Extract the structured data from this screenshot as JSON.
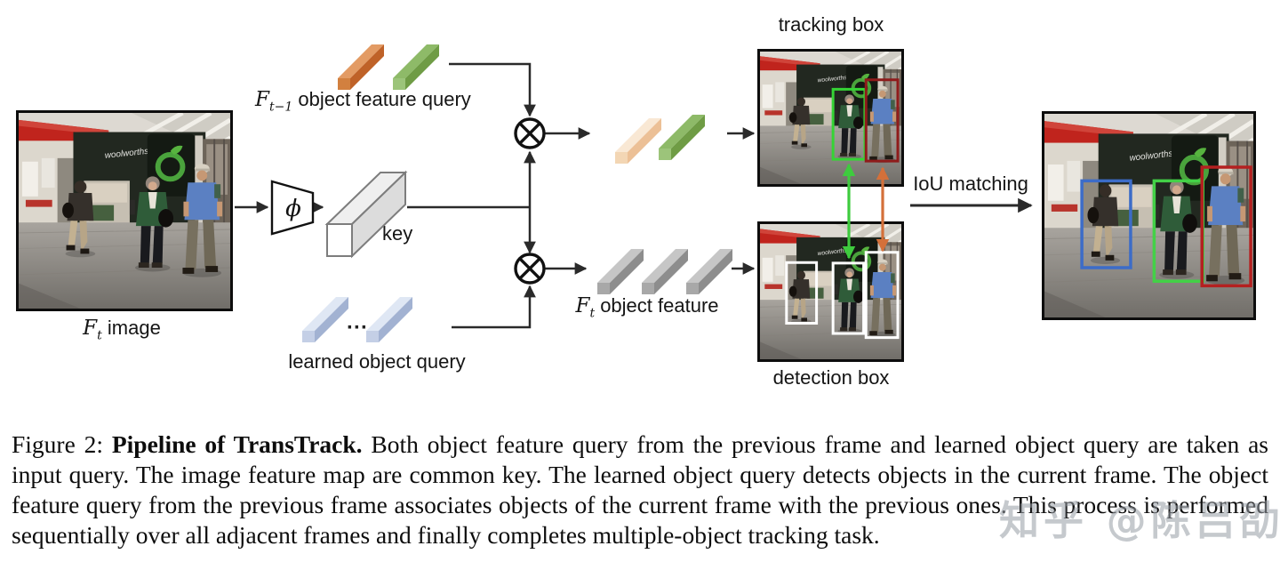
{
  "figure": {
    "tracking_label": "tracking box",
    "detection_label": "detection box",
    "iou_label": "IoU matching",
    "key_label": "key",
    "phi": "ϕ",
    "dots": "···",
    "learned_query_label": "learned object query",
    "prev_query": {
      "f": "F",
      "sub": "t−1",
      "rest": " object feature query"
    },
    "ft_feature": {
      "f": "F",
      "sub": "t",
      "rest": " object feature"
    },
    "ft_image": {
      "f": "F",
      "sub": "t",
      "rest": " image"
    },
    "scene": {
      "sign_text": "woolworths"
    }
  },
  "caption": {
    "prefix": "Figure 2: ",
    "bold": "Pipeline of TransTrack.",
    "body": " Both object feature query from the previous frame and learned object query are taken as input query. The image feature map are common key. The learned object query detects objects in the current frame. The object feature query from the previous frame associates objects of the current frame with the previous ones. This process is performed sequentially over all adjacent frames and finally completes multiple-object tracking task."
  },
  "watermark": "知乎 @陈吕劭",
  "colors": {
    "tracking_box_green": "#35d435",
    "tracking_box_darkred": "#8f1b1b",
    "detection_box_white": "#ffffff",
    "output_box_blue": "#3c6cc8",
    "output_box_green": "#43d147",
    "output_box_red": "#b42020",
    "match_arrow_green": "#3ecb3e",
    "match_arrow_orange": "#d4703a",
    "wire": "#2a2a2a"
  }
}
